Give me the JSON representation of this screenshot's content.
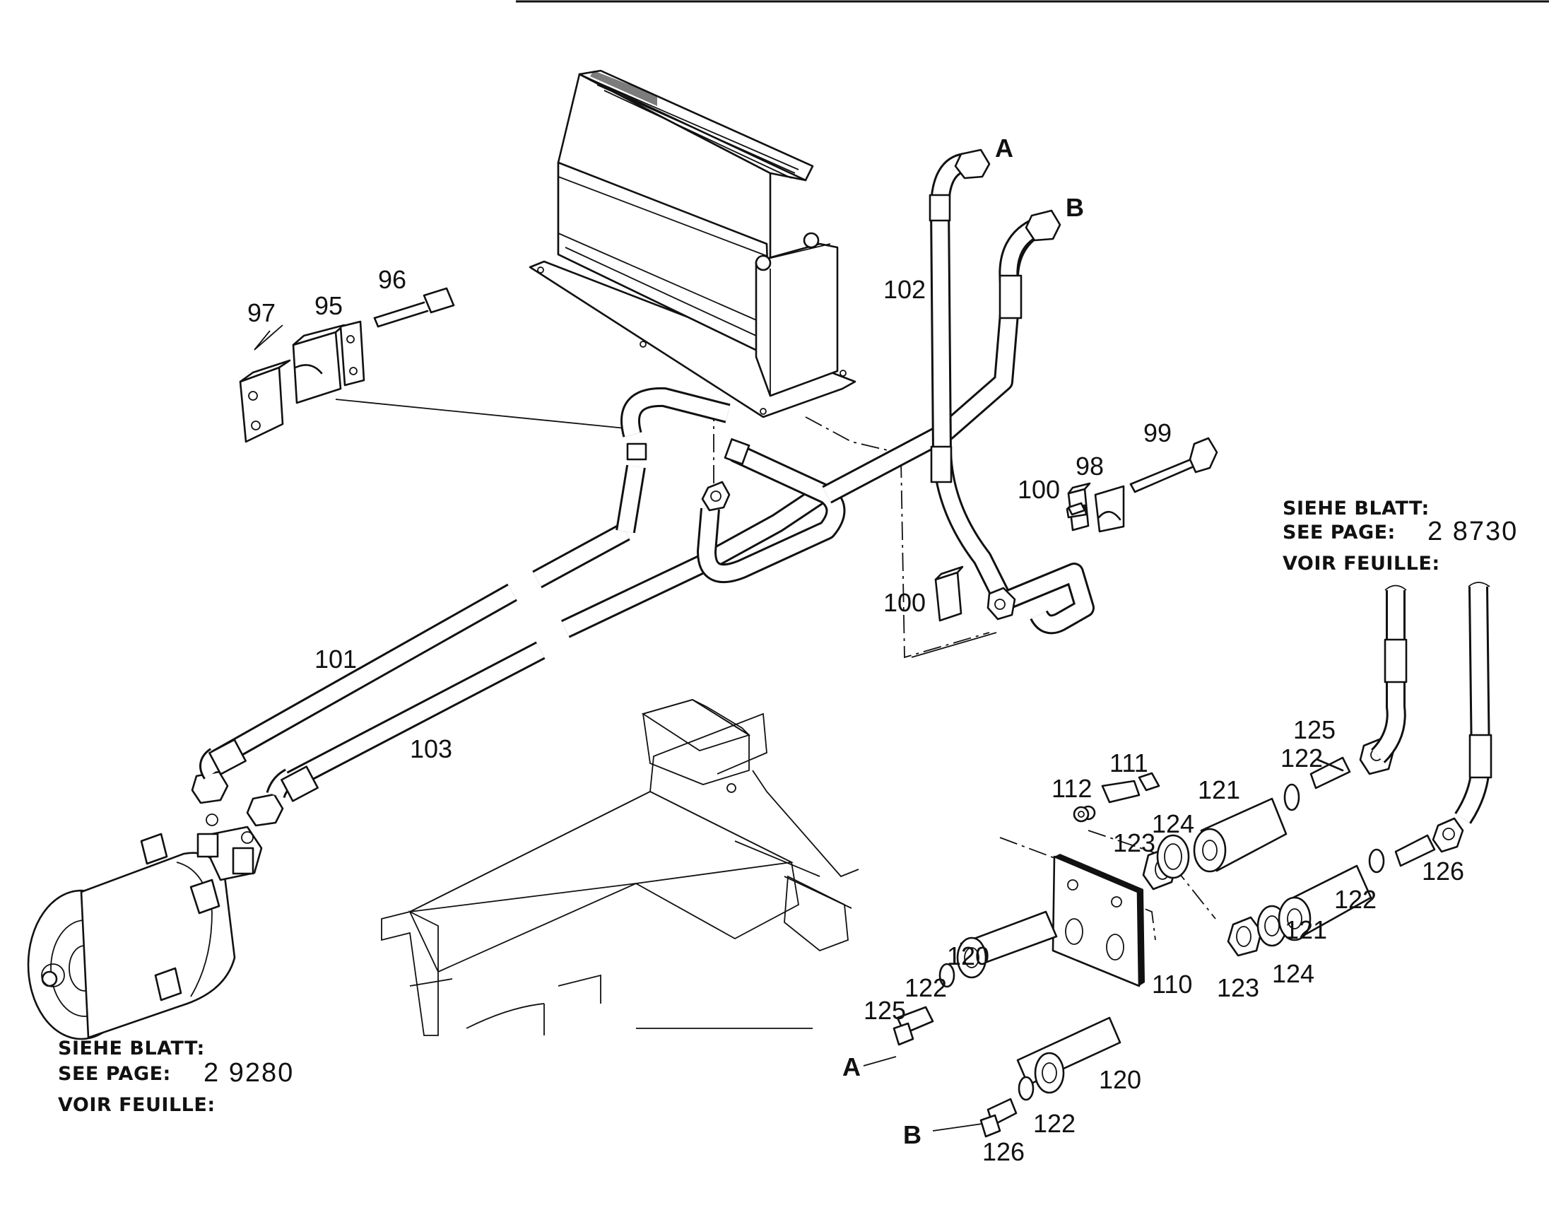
{
  "callouts": {
    "c95": "95",
    "c96": "96",
    "c97": "97",
    "c98": "98",
    "c99": "99",
    "c100a": "100",
    "c100b": "100",
    "c101": "101",
    "c102": "102",
    "c103": "103",
    "c110": "110",
    "c111": "111",
    "c112": "112",
    "c120a": "120",
    "c120b": "120",
    "c121a": "121",
    "c121b": "121",
    "c122a": "122",
    "c122b": "122",
    "c122c": "122",
    "c122d": "122",
    "c123a": "123",
    "c123b": "123",
    "c124a": "124",
    "c124b": "124",
    "c125a": "125",
    "c125b": "125",
    "c126a": "126",
    "c126b": "126"
  },
  "connectors": {
    "top_a": "A",
    "top_b": "B",
    "bottom_a": "A",
    "bottom_b": "B"
  },
  "references": {
    "right": {
      "line1": "SIEHE BLATT:",
      "line2": "SEE PAGE:",
      "line3": "VOIR FEUILLE:",
      "page": "2 8730"
    },
    "left": {
      "line1": "SIEHE BLATT:",
      "line2": "SEE PAGE:",
      "line3": "VOIR FEUILLE:",
      "page": "2 9280"
    }
  }
}
